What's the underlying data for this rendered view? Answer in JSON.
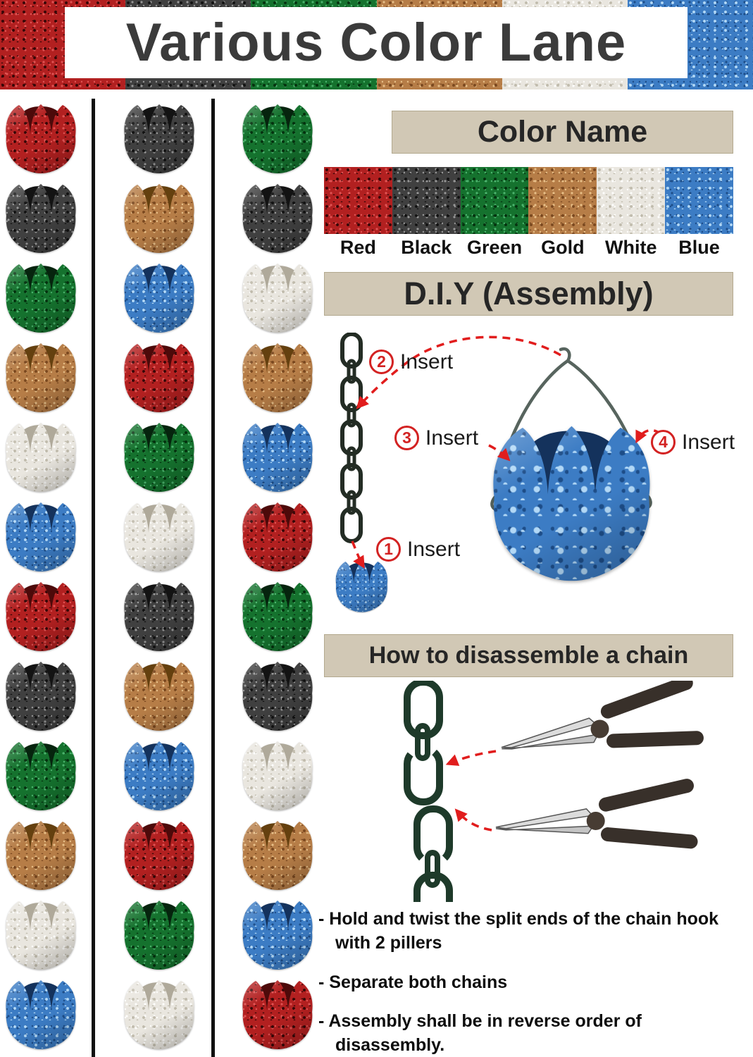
{
  "title": "Various Color Lane",
  "sections": {
    "color_name": "Color Name",
    "diy": "D.I.Y (Assembly)",
    "disassemble": "How to disassemble a chain"
  },
  "colors": [
    {
      "id": "red",
      "label": "Red",
      "base": "#b22020"
    },
    {
      "id": "black",
      "label": "Black",
      "base": "#404040"
    },
    {
      "id": "green",
      "label": "Green",
      "base": "#15722e"
    },
    {
      "id": "gold",
      "label": "Gold",
      "base": "#b67d47"
    },
    {
      "id": "white",
      "label": "White",
      "base": "#e9e6df"
    },
    {
      "id": "blue",
      "label": "Blue",
      "base": "#3c7cc4"
    }
  ],
  "cup_columns": [
    [
      "red",
      "black",
      "green",
      "gold",
      "white",
      "blue",
      "red",
      "black",
      "green",
      "gold",
      "white",
      "blue"
    ],
    [
      "black",
      "gold",
      "blue",
      "red",
      "green",
      "white",
      "black",
      "gold",
      "blue",
      "red",
      "green",
      "white"
    ],
    [
      "green",
      "black",
      "white",
      "gold",
      "blue",
      "red",
      "green",
      "black",
      "white",
      "gold",
      "blue",
      "red"
    ]
  ],
  "assembly": {
    "cup_color": "blue",
    "steps": [
      {
        "num": "2",
        "text": "Insert"
      },
      {
        "num": "3",
        "text": "Insert"
      },
      {
        "num": "4",
        "text": "Insert"
      },
      {
        "num": "1",
        "text": "Insert"
      }
    ]
  },
  "instructions": [
    "- Hold and twist the split ends of the chain hook with 2 pillers",
    "- Separate both chains",
    "- Assembly shall be in reverse order of disassembly."
  ],
  "accent_colors": {
    "arrow_red": "#e11d1d",
    "header_tan": "#d1c8b5",
    "chain_dark": "#232c24",
    "chain_green": "#1e3a2a"
  }
}
